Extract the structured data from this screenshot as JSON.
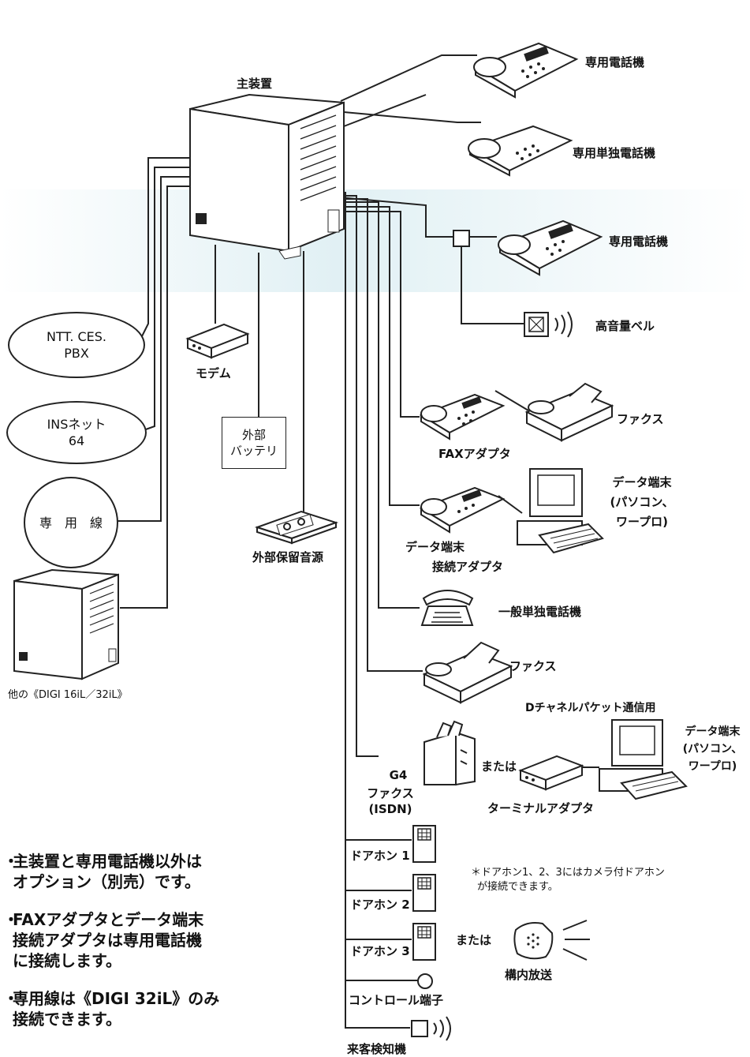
{
  "labels": {
    "main_unit": "主装置",
    "dedicated_phone_1": "専用電話機",
    "dedicated_single_phone": "専用単独電話機",
    "dedicated_phone_2": "専用電話機",
    "loud_bell": "高音量ベル",
    "modem": "モデム",
    "external_battery": [
      "外部",
      "バッテリ"
    ],
    "external_hold_source": "外部保留音源",
    "fax_adapter": "FAXアダプタ",
    "fax_1": "ファクス",
    "data_terminal_1": [
      "データ端末",
      "(パソコン、",
      "ワープロ)"
    ],
    "data_terminal_adapter": [
      "データ端末",
      "接続アダプタ"
    ],
    "general_single_phone": "一般単独電話機",
    "fax_2": "ファクス",
    "d_channel_packet": "Dチャネルパケット通信用",
    "data_terminal_2": [
      "データ端末",
      "(パソコン、",
      "ワープロ)"
    ],
    "or_1": "または",
    "g4_fax": [
      "G4",
      "ファクス",
      "(ISDN)"
    ],
    "terminal_adapter": "ターミナルアダプタ",
    "doorphone_1": "ドアホン 1",
    "doorphone_2": "ドアホン 2",
    "doorphone_3": "ドアホン 3",
    "or_2": "または",
    "paging": "構内放送",
    "control_terminal": "コントロール端子",
    "visitor_detector": "来客検知機",
    "ntt_pbx": [
      "NTT. CES.",
      "PBX"
    ],
    "ins_net": [
      "INSネット",
      "64"
    ],
    "leased_line": "専　用　線",
    "other_digi": "他の《DIGI 16iL／32iL》"
  },
  "footnote": [
    "＊ドアホン1、2、3にはカメラ付ドアホン",
    "が接続できます。"
  ],
  "notes": [
    [
      "主装置と専用電話機以外は",
      "オプション（別売）です。"
    ],
    [
      "FAXアダプタとデータ端末",
      "接続アダプタは専用電話機",
      "に接続します。"
    ],
    [
      "専用線は《DIGI 32iL》のみ",
      "接続できます。"
    ]
  ],
  "bullet": "・",
  "colors": {
    "line": "#222222",
    "ghost": "#cfe6ec"
  }
}
